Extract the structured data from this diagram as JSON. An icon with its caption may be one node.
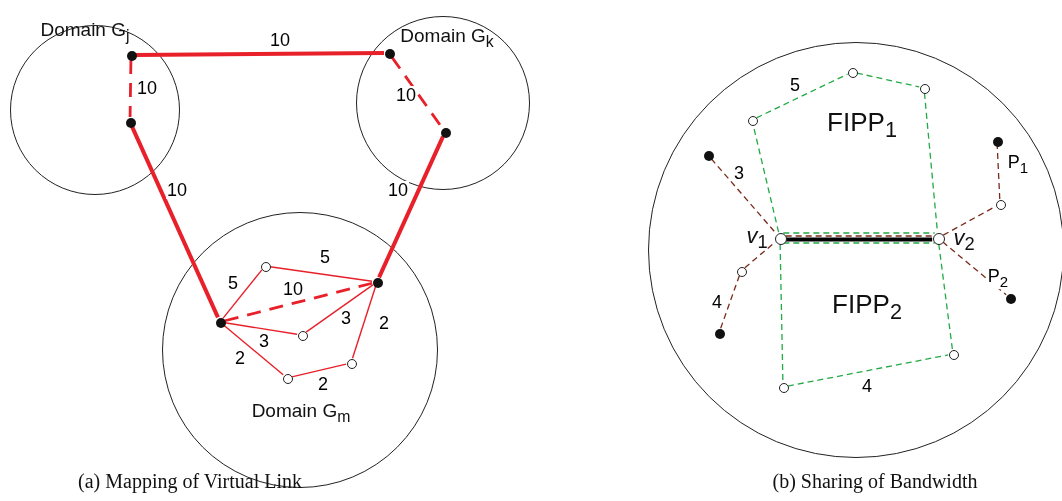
{
  "diagram": {
    "nodes": [
      {
        "text": [
          "Domain G$_{j}$"
        ]
      },
      {
        "text": [],
        "shape": "circle",
        "in": 0
      },
      {
        "text": [],
        "shape": "circle",
        "in": 0
      },
      {
        "text": [
          "Domain G$_{k}$"
        ]
      },
      {
        "text": [],
        "shape": "circle",
        "in": 3
      },
      {
        "text": [],
        "shape": "circle",
        "in": 3
      },
      {
        "text": [
          "Domain G$_{m}$"
        ]
      },
      {
        "text": [],
        "shape": "circle",
        "in": 6
      },
      {
        "text": [],
        "shape": "circle",
        "in": 6
      },
      {
        "text": [],
        "shape": "circle",
        "in": 6
      },
      {
        "text": [],
        "shape": "circle",
        "in": 6
      },
      {
        "text": [],
        "shape": "circle",
        "in": 6
      },
      {
        "text": [],
        "shape": "circle",
        "in": 6
      },
      {
        "text": [],
        "shape": "circle"
      },
      {
        "text": [],
        "shape": "circle",
        "in": 13,
        "beside": [
          "*v*$_{1}$"
        ]
      },
      {
        "text": [],
        "shape": "circle",
        "in": 13,
        "beside": [
          "*v*$_{2}$"
        ]
      },
      {
        "text": [],
        "shape": "circle",
        "in": 13
      },
      {
        "text": [],
        "shape": "circle",
        "in": 13
      },
      {
        "text": [],
        "shape": "circle",
        "in": 13
      },
      {
        "text": [],
        "shape": "circle",
        "in": 13
      },
      {
        "text": [],
        "shape": "circle",
        "in": 13
      },
      {
        "text": [],
        "shape": "circle",
        "in": 13
      },
      {
        "text": [],
        "shape": "circle",
        "in": 13
      },
      {
        "text": [],
        "shape": "circle",
        "in": 13
      },
      {
        "text": [],
        "shape": "circle",
        "in": 13
      },
      {
        "text": [],
        "shape": "circle",
        "in": 13
      },
      {
        "text": [],
        "shape": "circle",
        "in": 13
      }
    ],
    "edges": [
      {
        "from": 1,
        "to": 4,
        "arrow": "none",
        "label": "10",
        "style": "thick"
      },
      {
        "from": 1,
        "to": 2,
        "arrow": "none",
        "label": "10",
        "style": "dashed"
      },
      {
        "from": 4,
        "to": 5,
        "arrow": "none",
        "label": "10",
        "style": "dashed"
      },
      {
        "from": 2,
        "to": 7,
        "arrow": "none",
        "label": "10",
        "style": "thick"
      },
      {
        "from": 5,
        "to": 8,
        "arrow": "none",
        "label": "10",
        "style": "thick"
      },
      {
        "from": 7,
        "to": 8,
        "arrow": "none",
        "label": "10",
        "style": "dashed"
      },
      {
        "from": 7,
        "to": 9,
        "arrow": "none",
        "label": "5"
      },
      {
        "from": 9,
        "to": 8,
        "arrow": "none",
        "label": "5"
      },
      {
        "from": 7,
        "to": 10,
        "arrow": "none",
        "label": "3"
      },
      {
        "from": 10,
        "to": 8,
        "arrow": "none",
        "label": "3"
      },
      {
        "from": 7,
        "to": 12,
        "arrow": "none",
        "label": "2"
      },
      {
        "from": 12,
        "to": 11,
        "arrow": "none",
        "label": "2"
      },
      {
        "from": 11,
        "to": 8,
        "arrow": "none",
        "label": "2"
      },
      {
        "from": 14,
        "to": 16,
        "arrow": "none",
        "style": "dashed",
        "color": "#22aa44"
      },
      {
        "from": 16,
        "to": 17,
        "arrow": "none",
        "label": "5",
        "style": "dashed",
        "color": "#22aa44"
      },
      {
        "from": 17,
        "to": 18,
        "arrow": "none",
        "style": "dashed",
        "color": "#22aa44"
      },
      {
        "from": 18,
        "to": 15,
        "arrow": "none",
        "style": "dashed",
        "color": "#22aa44"
      },
      {
        "from": 14,
        "to": 15,
        "arrow": "none",
        "style": "dashed",
        "color": "#22aa44"
      },
      {
        "from": 14,
        "to": 15,
        "arrow": "none",
        "style": "dashed",
        "color": "#22aa44"
      },
      {
        "from": 14,
        "to": 19,
        "arrow": "none",
        "style": "dashed",
        "color": "#22aa44"
      },
      {
        "from": 19,
        "to": 20,
        "arrow": "none",
        "label": "4",
        "style": "dashed",
        "color": "#22aa44"
      },
      {
        "from": 20,
        "to": 15,
        "arrow": "none",
        "style": "dashed",
        "color": "#22aa44"
      },
      {
        "from": 21,
        "to": 14,
        "arrow": "none",
        "label": "3",
        "style": "dashed",
        "color": "#7a2a1a"
      },
      {
        "from": 23,
        "to": 22,
        "arrow": "none",
        "label": "4",
        "style": "dashed",
        "color": "#7a2a1a"
      },
      {
        "from": 22,
        "to": 14,
        "arrow": "none",
        "style": "dashed",
        "color": "#7a2a1a"
      },
      {
        "from": 14,
        "to": 15,
        "arrow": "none",
        "style": "dashed",
        "color": "#7a2a1a"
      },
      {
        "from": 15,
        "to": 24,
        "arrow": "none",
        "style": "dashed",
        "color": "#7a2a1a"
      },
      {
        "from": 24,
        "to": 25,
        "arrow": "none",
        "label": "P$_{1}$",
        "style": "dashed",
        "color": "#7a2a1a"
      },
      {
        "from": 15,
        "to": 26,
        "arrow": "none",
        "label": "P$_{2}$",
        "style": "dashed",
        "color": "#7a2a1a"
      },
      {
        "from": 14,
        "to": 15,
        "arrow": "none",
        "style": "thick",
        "color": "#000000"
      }
    ],
    "labels": [
      "FIPP$_{1}$",
      "FIPP$_{2}$",
      "(a) Mapping of Virtual Link",
      "(b) Sharing of Bandwidth"
    ]
  }
}
